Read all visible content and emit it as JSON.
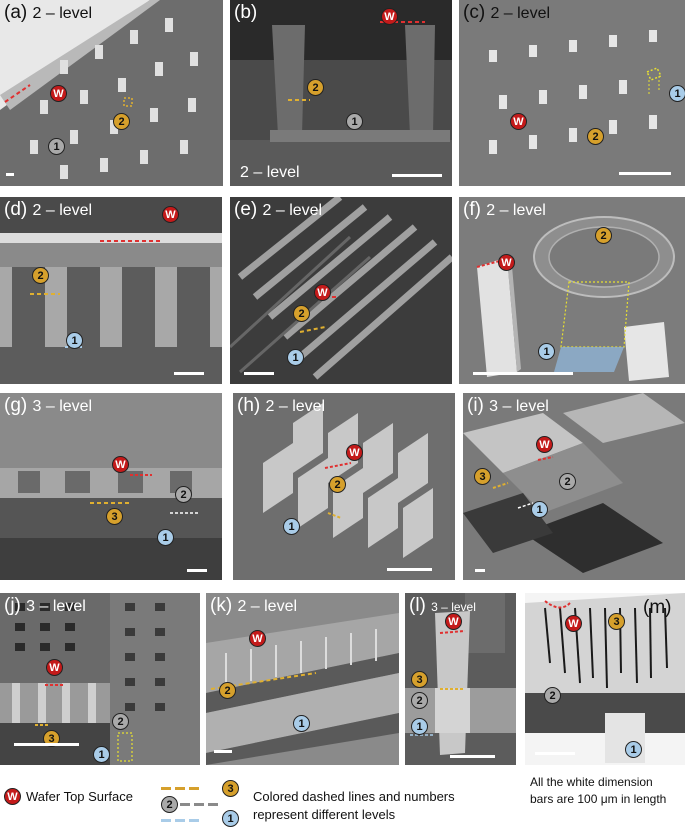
{
  "panels": {
    "a": {
      "label": "(a)",
      "level": "2 – level"
    },
    "b": {
      "label": "(b)",
      "level": "2 – level"
    },
    "c": {
      "label": "(c)",
      "level": "2 – level"
    },
    "d": {
      "label": "(d)",
      "level": "2 – level"
    },
    "e": {
      "label": "(e)",
      "level": "2 – level"
    },
    "f": {
      "label": "(f)",
      "level": "2 – level"
    },
    "g": {
      "label": "(g)",
      "level": "3 – level"
    },
    "h": {
      "label": "(h)",
      "level": "2 – level"
    },
    "i": {
      "label": "(i)",
      "level": "3 – level"
    },
    "j": {
      "label": "(j)",
      "level": "3 – level"
    },
    "k": {
      "label": "(k)",
      "level": "2 – level"
    },
    "l": {
      "label": "(l)",
      "level": "3 – level"
    },
    "m": {
      "label": "(m)",
      "level": ""
    }
  },
  "badges": {
    "wafer": "W",
    "one": "1",
    "two": "2",
    "three": "3"
  },
  "legend": {
    "wafer_label": "Wafer Top Surface",
    "levels_line1": "Colored dashed lines and numbers",
    "levels_line2": "represent different levels",
    "note_line1": "All the white dimension",
    "note_line2": "bars are 100 μm in length"
  },
  "colors": {
    "wafer": "#c41a1a",
    "level1": "#a9cce8",
    "level2": "#8a8a8a",
    "level3": "#d6a02c"
  }
}
